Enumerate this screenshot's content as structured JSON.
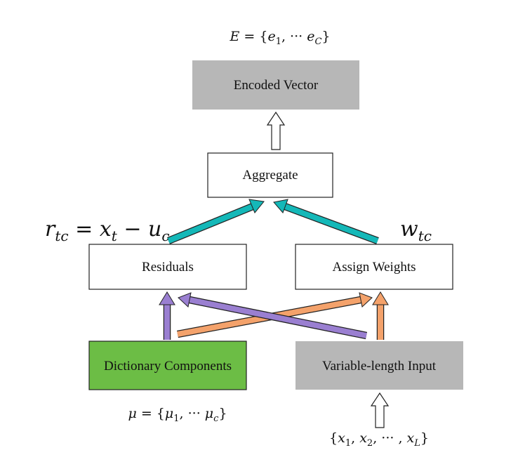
{
  "colors": {
    "gray_box": "#b7b7b7",
    "green_box": "#6cbd45",
    "box_stroke": "#222222",
    "teal_arrow": "#14b8b8",
    "purple_arrow": "#9a7fd1",
    "orange_arrow": "#f4a26b",
    "hollow_arrow_fill": "#ffffff"
  },
  "nodes": {
    "encoded_vector": "Encoded Vector",
    "aggregate": "Aggregate",
    "residuals": "Residuals",
    "assign_weights": "Assign Weights",
    "dictionary_components": "Dictionary Components",
    "variable_length_input": "Variable-length Input"
  },
  "formulas": {
    "encoded_set": {
      "lhs": "E",
      "eq": " = {",
      "e": "e",
      "sub1": "1",
      "mid": ", ··· ",
      "subC": "C",
      "close": "}"
    },
    "residual": {
      "r": "r",
      "r_sub": "tc",
      "eq": " = ",
      "x": "x",
      "x_sub": "t",
      "minus": " − ",
      "u": "u",
      "u_sub": "c"
    },
    "weight": {
      "w": "w",
      "w_sub": "tc"
    },
    "dictionary_set": {
      "mu": "μ",
      "eq": " = {",
      "mu1": "μ",
      "sub1": "1",
      "mid": ", ··· ",
      "muc": "μ",
      "subc": "c",
      "close": "}"
    },
    "input_set": {
      "open": "{",
      "x1": "x",
      "sub1": "1",
      "comma1": ", ",
      "x2": "x",
      "sub2": "2",
      "mid": ", ··· , ",
      "xL": "x",
      "subL": "L",
      "close": "}"
    }
  }
}
